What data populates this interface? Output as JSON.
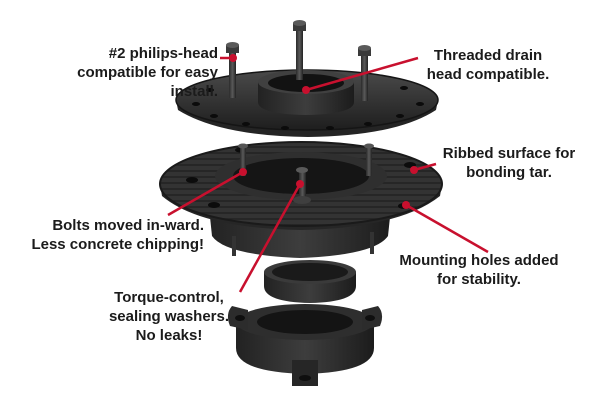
{
  "callouts": {
    "philips_head": "#2 philips-head\ncompatible for easy\ninstall.",
    "threaded_drain": "Threaded drain\nhead compatible.",
    "ribbed_surface": "Ribbed surface for\nbonding tar.",
    "bolts_inward": "Bolts moved in-ward.\nLess concrete chipping!",
    "mounting_holes": "Mounting holes added\nfor stability.",
    "torque_control": "Torque-control,\nsealing washers.\nNo leaks!"
  },
  "colors": {
    "leader_line": "#c8102e",
    "part_dark": "#2a2a2a",
    "part_mid": "#3a3a3a",
    "part_light": "#555555",
    "label_text": "#1b1b1b"
  }
}
